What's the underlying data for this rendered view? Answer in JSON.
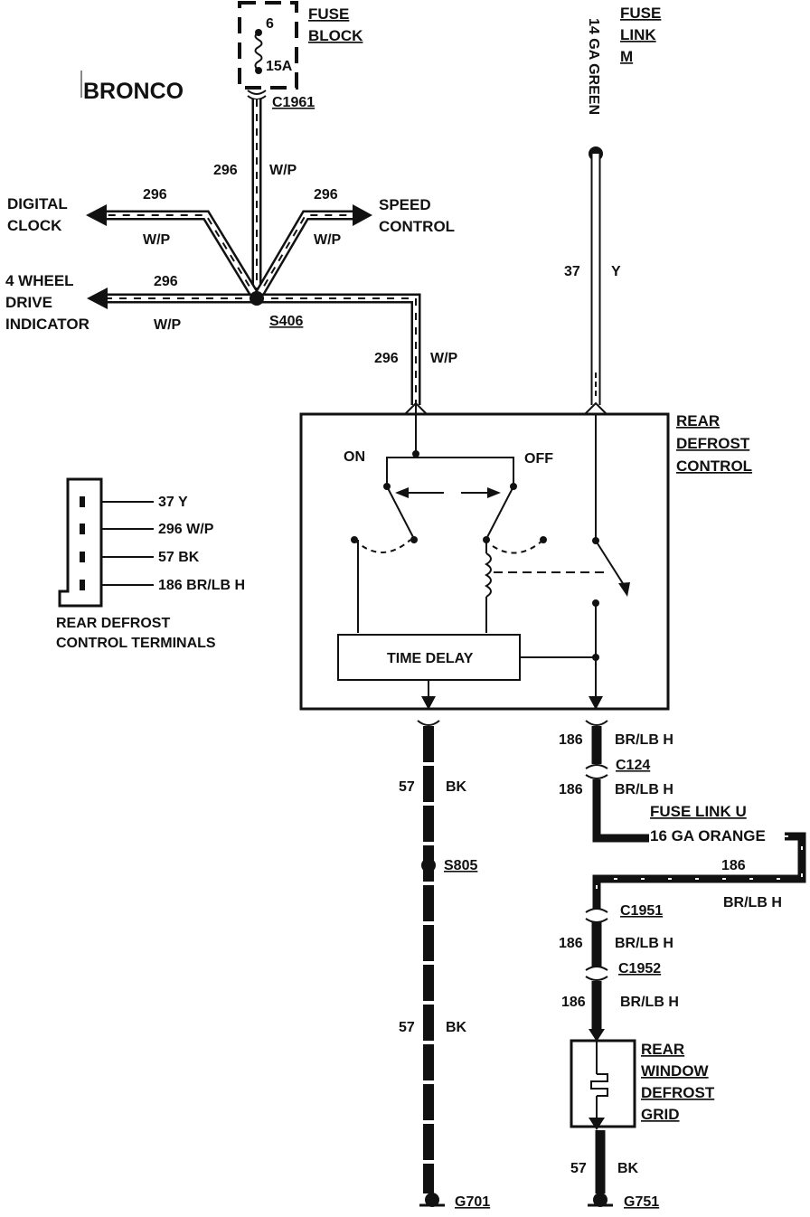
{
  "vehicle": "BRONCO",
  "fuse_block": {
    "title_1": "FUSE",
    "title_2": "BLOCK",
    "fuse_number": "6",
    "rating": "15A"
  },
  "fuse_link_m": {
    "line_1": "FUSE",
    "line_2": "LINK",
    "line_3": "M",
    "wire_note": "14 GA GREEN"
  },
  "connectors": {
    "c1961": "C1961",
    "c124": "C124",
    "c1951": "C1951",
    "c1952": "C1952"
  },
  "splices": {
    "s406": "S406",
    "s805": "S805"
  },
  "grounds": {
    "g701": "G701",
    "g751": "G751"
  },
  "circuits": {
    "c296": "296",
    "wp": "W/P",
    "c37": "37",
    "y": "Y",
    "c186": "186",
    "brlbh": "BR/LB H",
    "c57": "57",
    "bk": "BK"
  },
  "branches": {
    "digital_clock_1": "DIGITAL",
    "digital_clock_2": "CLOCK",
    "speed_control_1": "SPEED",
    "speed_control_2": "CONTROL",
    "fwd_1": "4 WHEEL",
    "fwd_2": "DRIVE",
    "fwd_3": "INDICATOR"
  },
  "control": {
    "title_1": "REAR",
    "title_2": "DEFROST",
    "title_3": "CONTROL",
    "on": "ON",
    "off": "OFF",
    "time_delay": "TIME DELAY"
  },
  "fuse_link_u": {
    "line_1": "FUSE LINK U",
    "line_2": "16 GA ORANGE"
  },
  "grid": {
    "line_1": "REAR",
    "line_2": "WINDOW",
    "line_3": "DEFROST",
    "line_4": "GRID"
  },
  "terminals": {
    "title_1": "REAR DEFROST",
    "title_2": "CONTROL TERMINALS",
    "pins": [
      "37 Y",
      "296 W/P",
      "57 BK",
      "186 BR/LB H"
    ]
  }
}
